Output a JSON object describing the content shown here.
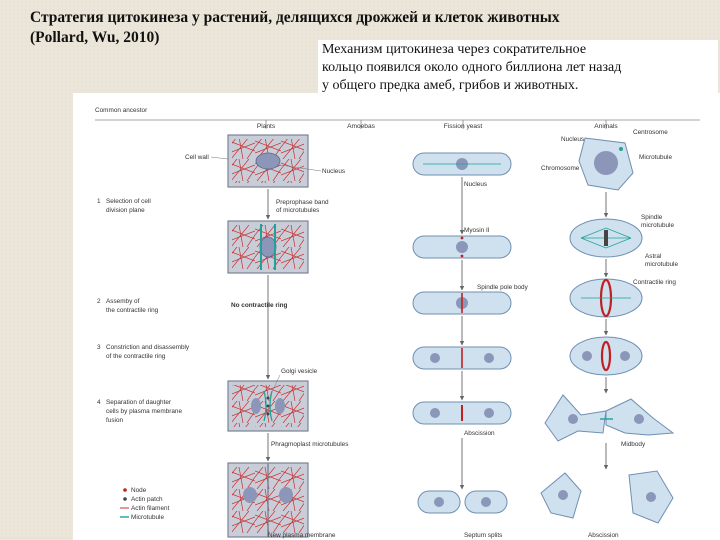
{
  "title": {
    "line1": "Стратегия цитокинеза у растений, делящихся дрожжей и клеток животных",
    "line2": "(Pollard, Wu, 2010)"
  },
  "callout": {
    "line1": "Механизм цитокинеза через сократительное",
    "line2": "кольцо появился около одного биллиона лет назад",
    "line3": "у общего предка амеб, грибов и животных."
  },
  "figure": {
    "common_ancestor": "Common ancestor",
    "columns": {
      "plants": "Plants",
      "amoebas": "Amoebas",
      "fission_yeast": "Fission yeast",
      "animals": "Animals"
    },
    "steps": {
      "s1_num": "1",
      "s1_a": "Selection of cell",
      "s1_b": "division plane",
      "s2_num": "2",
      "s2_a": "Assemby of",
      "s2_b": "the contractile ring",
      "s3_num": "3",
      "s3_a": "Constriction and disassembly",
      "s3_b": "of the contractile ring",
      "s4_num": "4",
      "s4_a": "Separation of daughter",
      "s4_b": "cells by plasma membrane",
      "s4_c": "fusion"
    },
    "labels": {
      "cell_wall": "Cell wall",
      "nucleus": "Nucleus",
      "preprophase_a": "Preprophase band",
      "preprophase_b": "of microtubules",
      "no_ring": "No contractile ring",
      "golgi": "Golgi vesicle",
      "phragmoplast": "Phragmoplast microtubules",
      "new_membrane": "New plasma membrane",
      "yeast_nucleus": "Nucleus",
      "myosin": "Myosin II",
      "spb": "Spindle pole body",
      "abscission": "Abscission",
      "septum": "Septum splits",
      "an_nucleus": "Nucleus",
      "centrosome": "Centrosome",
      "chromosome": "Chromosome",
      "microtubule": "Microtubule",
      "spindle_a": "Spindle",
      "spindle_b": "microtubule",
      "astral_a": "Astral",
      "astral_b": "microtubule",
      "contractile_ring": "Contractile ring",
      "midbody": "Midbody",
      "an_abscission": "Abscission"
    },
    "legend": {
      "node": "Node",
      "actin_patch": "Actin patch",
      "actin_filament": "Actin filament",
      "microtubule": "Microtubule"
    },
    "colors": {
      "plant_fill": "#c9cdd8",
      "cell_fill": "#cfe0ee",
      "cell_stroke": "#6f8fb2",
      "nucleus_fill": "#8c96b8",
      "actin_red": "#c83232",
      "ring_red": "#c02020",
      "microtubule_cyan": "#1ea39a",
      "arrow": "#666666"
    }
  }
}
